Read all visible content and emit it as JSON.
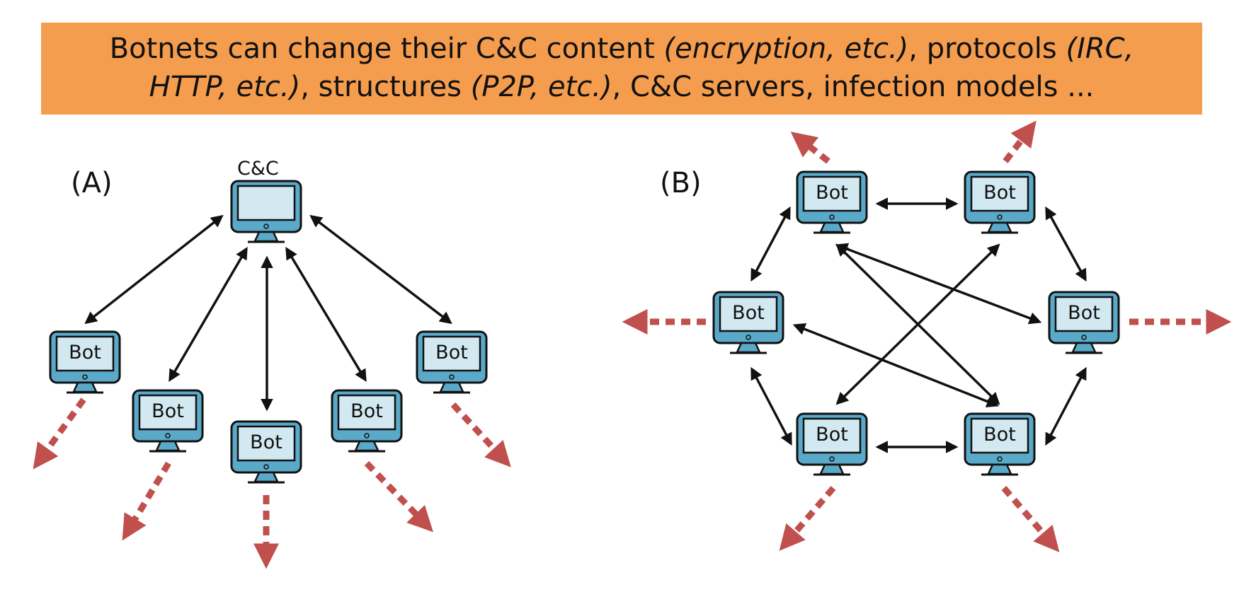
{
  "banner": {
    "part1": "Botnets can change their C&C content ",
    "part2": "(encryption, etc.)",
    "part3": ", protocols ",
    "part4": "(IRC,",
    "part5": "HTTP, etc.)",
    "part6": ", structures ",
    "part7": "(P2P, etc.)",
    "part8": ", C&C servers, infection models ..."
  },
  "diagram_a": {
    "label": "(A)",
    "server_label": "C&C",
    "bot_label": "Bot"
  },
  "diagram_b": {
    "label": "(B)",
    "bot_label": "Bot"
  },
  "colors": {
    "banner_bg": "#f59d4e",
    "monitor_body": "#5aa9c9",
    "monitor_screen": "#d3e9f1",
    "infection_arrow": "#c0504d",
    "link_arrow": "#111111"
  }
}
